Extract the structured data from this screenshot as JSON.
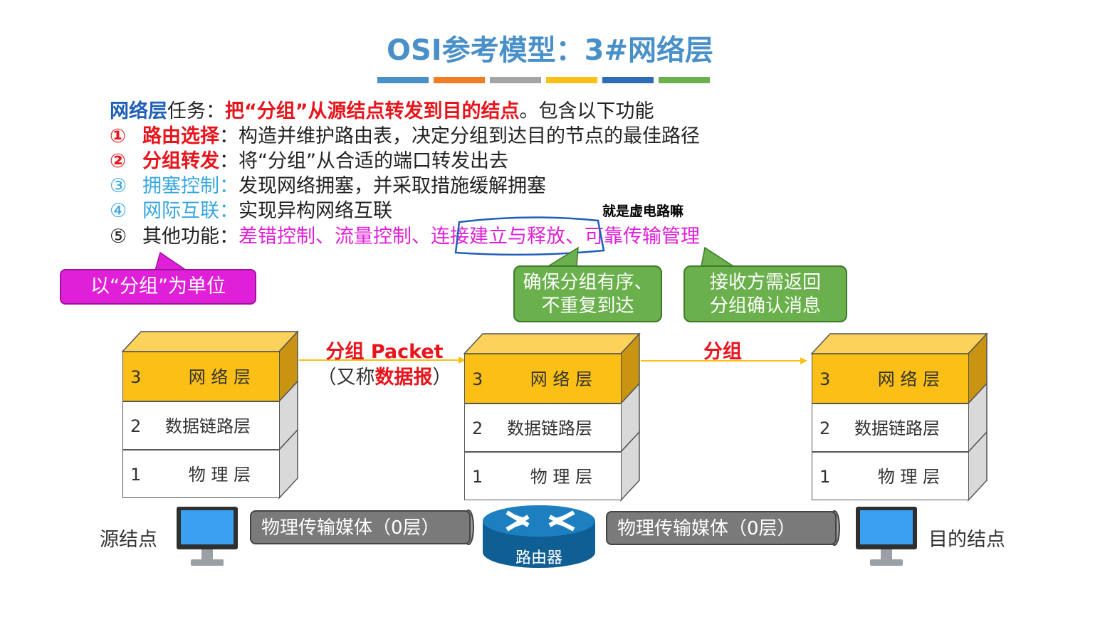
{
  "title": "OSI参考模型：3#网络层",
  "color_bar": [
    "#4a90c8",
    "#f07d22",
    "#a5a5a5",
    "#fbbf16",
    "#2e6db5",
    "#6ab04c"
  ],
  "task": {
    "subject": "网络层",
    "label": "任务：",
    "main": "把“分组”从源结点转发到目的结点",
    "suffix": "。包含以下功能"
  },
  "functions": [
    {
      "num": "①",
      "name": "路由选择",
      "sep": "：",
      "desc": "构造并维护路由表，决定分组到达目的节点的最佳路径"
    },
    {
      "num": "②",
      "name": "分组转发",
      "sep": "：",
      "desc": "将“分组”从合适的端口转发出去"
    },
    {
      "num": "③",
      "name": "拥塞控制",
      "sep": "：",
      "desc": "发现网络拥塞，并采取措施缓解拥塞"
    },
    {
      "num": "④",
      "name": "网际互联",
      "sep": "：",
      "desc": "实现异构网络互联"
    }
  ],
  "other": {
    "num": "⑤",
    "name": "其他功能：",
    "item1": "差错控制、流量控制、",
    "item2": "连接建立与释放",
    "item3": "、可靠传输管理"
  },
  "handwritten_note": "就是虚电路嘛",
  "callout_unit": "以“分组”为单位",
  "callout_order": [
    "确保分组有序、",
    "不重复到达"
  ],
  "callout_ack": [
    "接收方需返回",
    "分组确认消息"
  ],
  "packet_label": {
    "line1": "分组 Packet",
    "line2_prefix": "（又称",
    "line2_bold": "数据报",
    "line2_suffix": "）"
  },
  "packet_label_2": "分组",
  "layers": [
    {
      "num": "3",
      "name": "网 络 层"
    },
    {
      "num": "2",
      "name": "数据链路层"
    },
    {
      "num": "1",
      "name": "物 理 层"
    }
  ],
  "source_node": "源结点",
  "dest_node": "目的结点",
  "medium_1": "物理传输媒体（0层）",
  "medium_2": "物理传输媒体（0层）",
  "router_label": "路由器"
}
